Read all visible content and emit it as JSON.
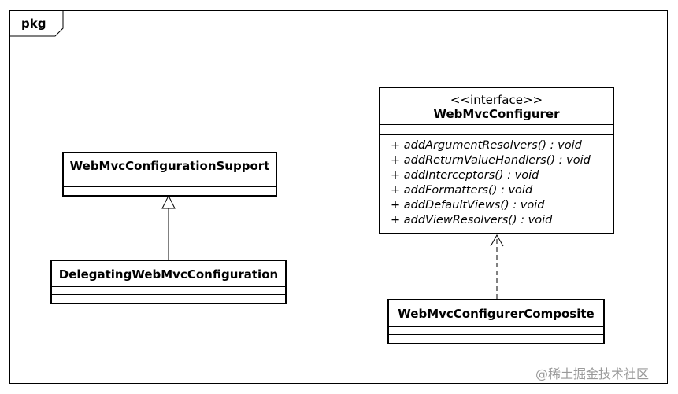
{
  "frame": {
    "label": "pkg"
  },
  "classes": {
    "support": {
      "name": "WebMvcConfigurationSupport"
    },
    "delegating": {
      "name": "DelegatingWebMvcConfiguration"
    },
    "configurer": {
      "stereotype": "<<interface>>",
      "name": "WebMvcConfigurer",
      "operations": [
        "+ addArgumentResolvers() : void",
        "+ addReturnValueHandlers() : void",
        "+ addInterceptors() : void",
        "+ addFormatters() : void",
        "+ addDefaultViews() : void",
        "+ addViewResolvers() : void"
      ]
    },
    "composite": {
      "name": "WebMvcConfigurerComposite"
    }
  },
  "watermark": "@稀土掘金技术社区"
}
